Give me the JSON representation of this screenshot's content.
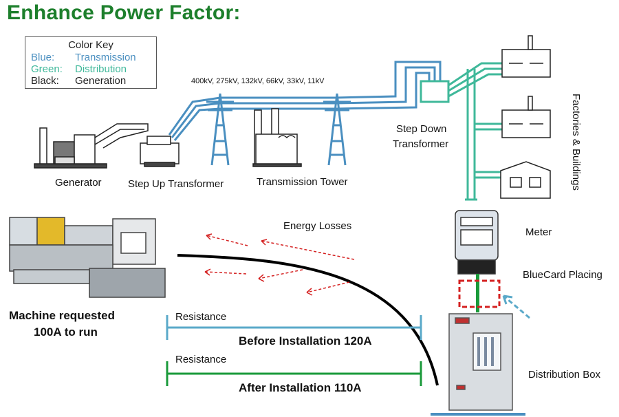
{
  "title": "Enhance Power Factor:",
  "color_key": {
    "title": "Color Key",
    "rows": [
      {
        "key": "Blue:",
        "value": "Transmission",
        "color": "#4a8fc0"
      },
      {
        "key": "Green:",
        "value": "Distribution",
        "color": "#3fb89a"
      },
      {
        "key": "Black:",
        "value": "Generation",
        "color": "#222222"
      }
    ]
  },
  "voltages": "400kV, 275kV, 132kV, 66kV, 33kV, 11kV",
  "labels": {
    "generator": "Generator",
    "step_up": "Step Up Transformer",
    "tower": "Transmission Tower",
    "step_down_1": "Step Down",
    "step_down_2": "Transformer",
    "factories": "Factories & Buildings",
    "meter": "Meter",
    "bluecard": "BlueCard Placing",
    "distribution_box": "Distribution Box",
    "energy_losses": "Energy Losses",
    "machine_1": "Machine requested",
    "machine_2": "100A to run",
    "resistance_before": "Resistance",
    "before": "Before Installation 120A",
    "resistance_after": "Resistance",
    "after": "After Installation 110A"
  },
  "colors": {
    "title": "#1d7f2c",
    "transmission": "#4a8fc0",
    "distribution": "#3fb89a",
    "before_bar": "#5aa9c9",
    "after_bar": "#1a9a3a",
    "loss_arrow": "#d42020",
    "bluecard_box": "#d42020"
  }
}
